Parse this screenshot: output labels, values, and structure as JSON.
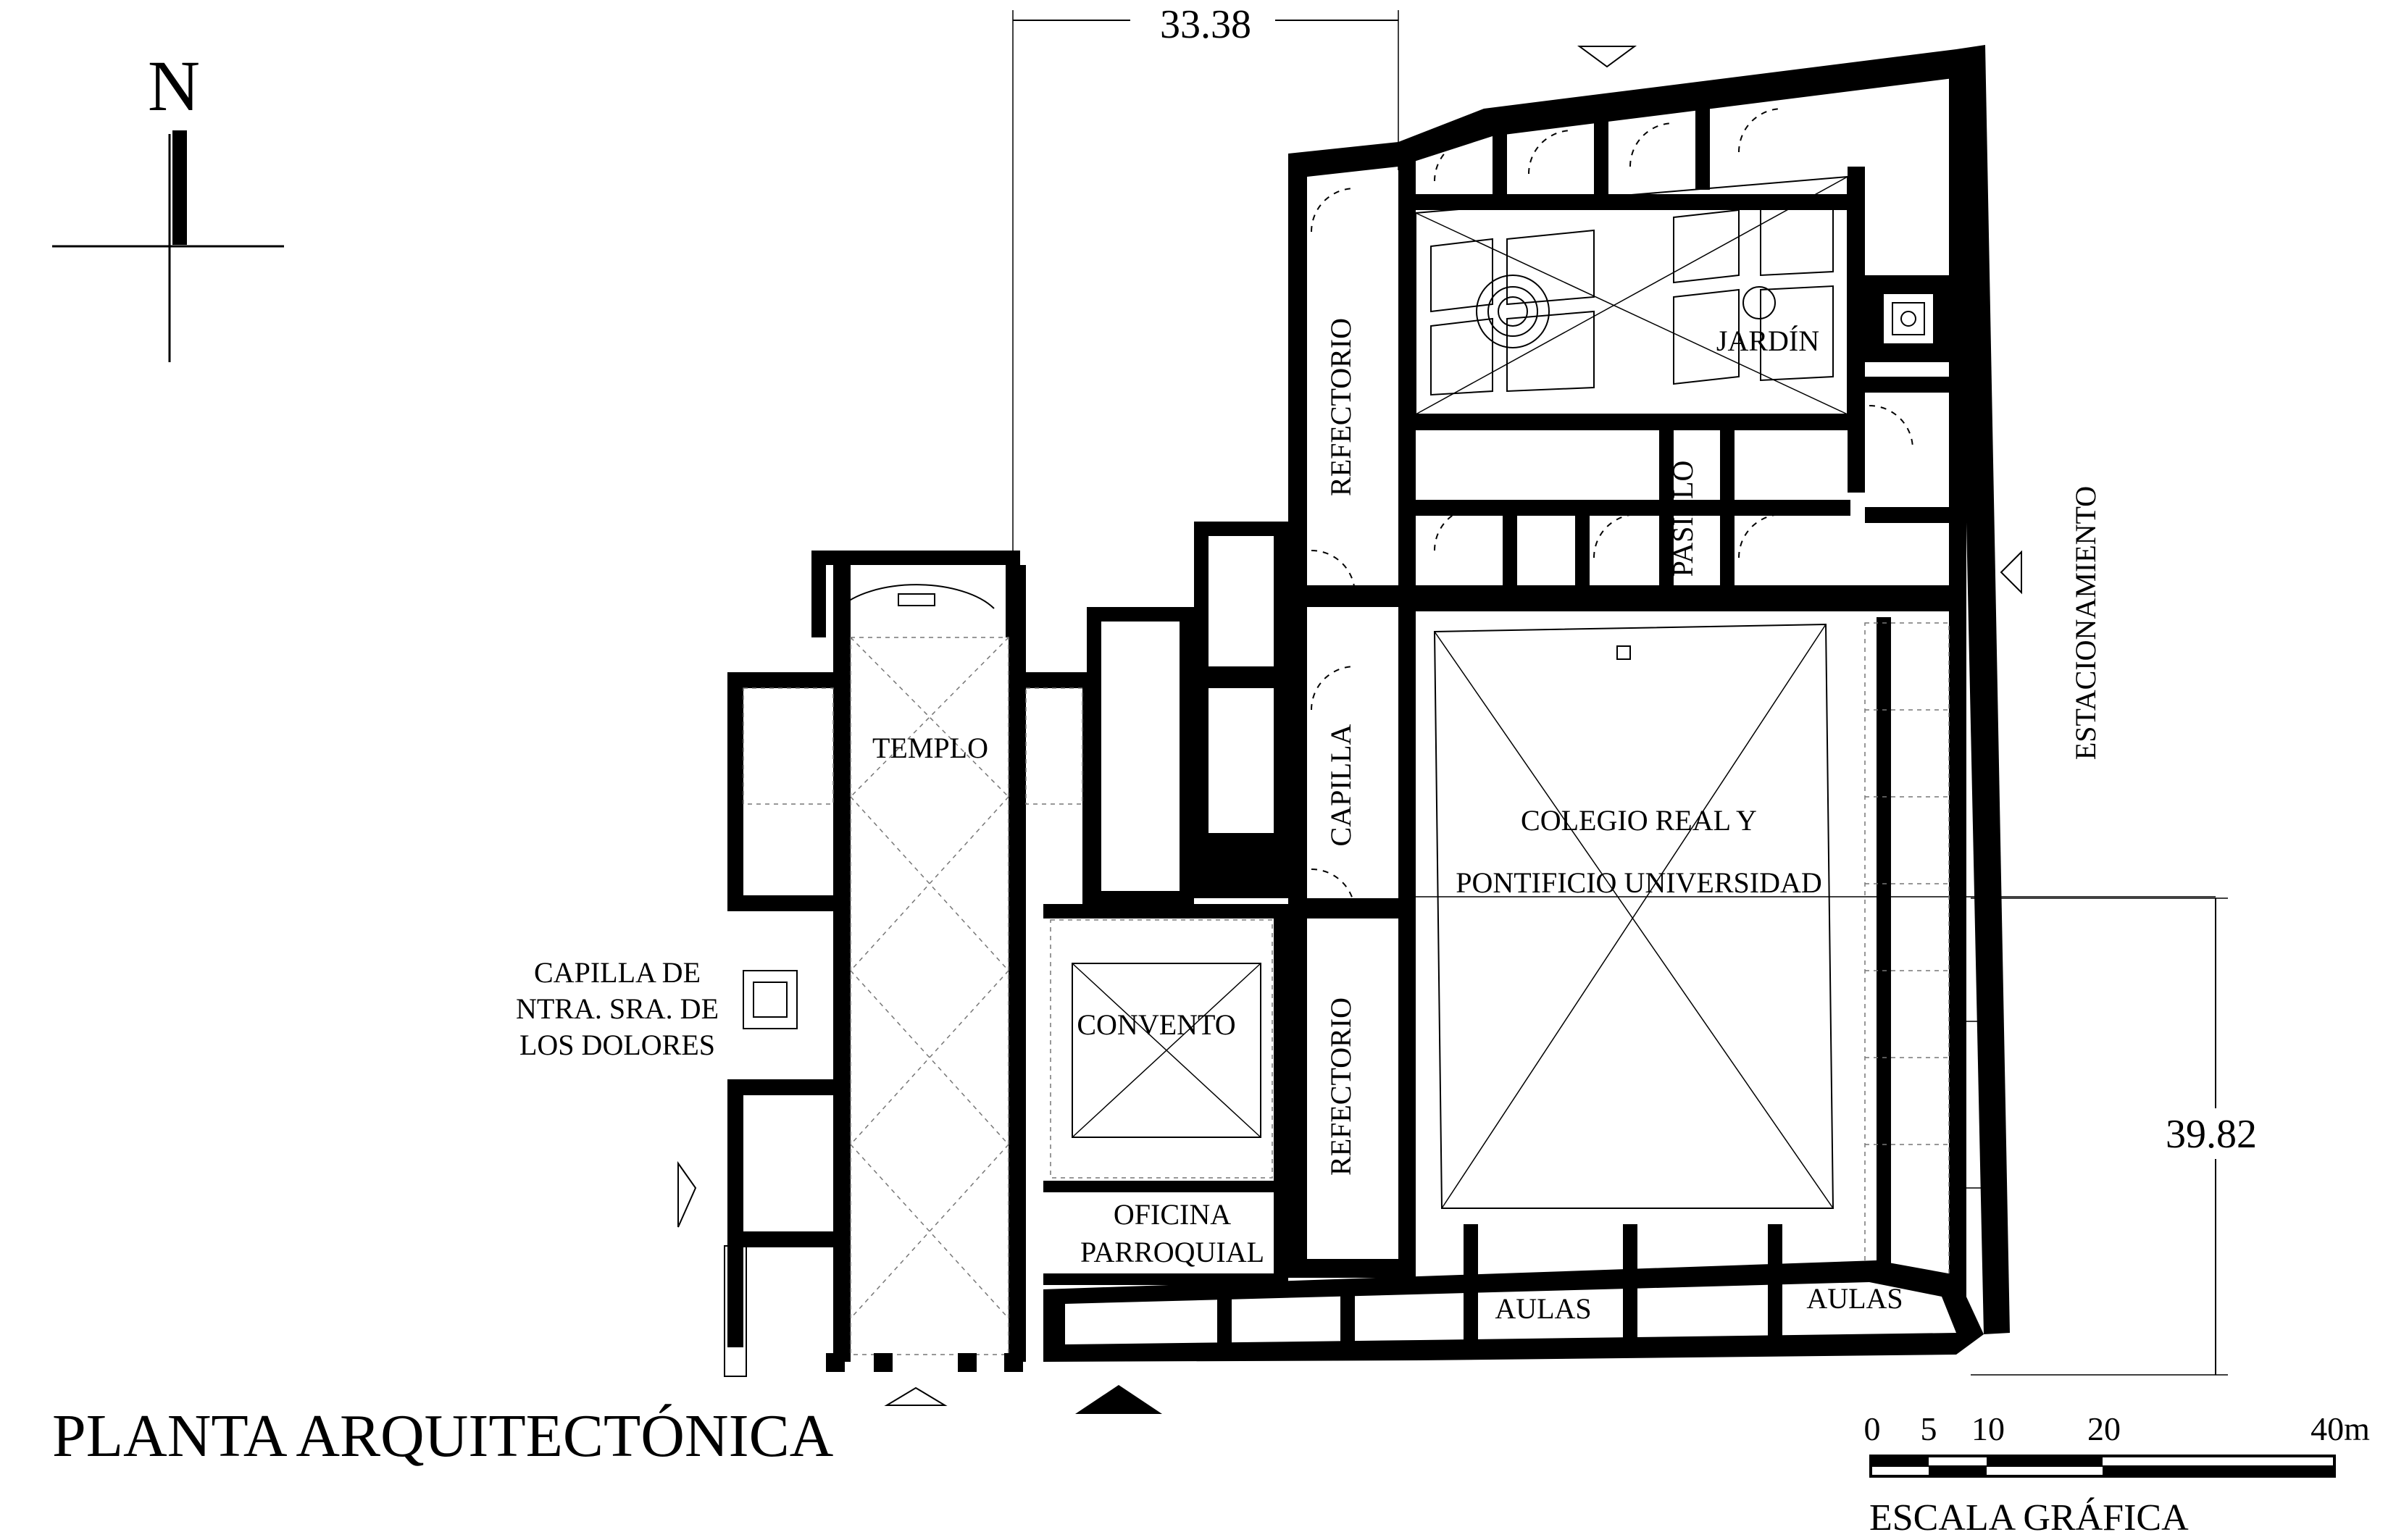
{
  "title": "PLANTA ARQUITECTÓNICA",
  "north": {
    "letter": "N",
    "icon": "north-arrow-icon"
  },
  "dimensions": {
    "top": "33.38",
    "right": "39.82"
  },
  "rooms": {
    "refectorio_north": "REFECTORIO",
    "refectorio_south": "REFECTORIO",
    "jardin": "JARDÍN",
    "pasillo": "PASILLO",
    "estacionamiento": "ESTACIONAMIENTO",
    "templo": "TEMPLO",
    "capilla": "CAPILLA",
    "colegio_line1": "COLEGIO REAL Y",
    "colegio_line2": "PONTIFICIO UNIVERSIDAD",
    "capilla_dolores_line1": "CAPILLA DE",
    "capilla_dolores_line2": "NTRA. SRA. DE",
    "capilla_dolores_line3": "LOS DOLORES",
    "convento": "CONVENTO",
    "oficina_line1": "OFICINA",
    "oficina_line2": "PARROQUIAL",
    "aulas_west": "AULAS",
    "aulas_east": "AULAS"
  },
  "scale": {
    "ticks": [
      "0",
      "5",
      "10",
      "20",
      "40m"
    ],
    "caption": "ESCALA GRÁFICA"
  }
}
